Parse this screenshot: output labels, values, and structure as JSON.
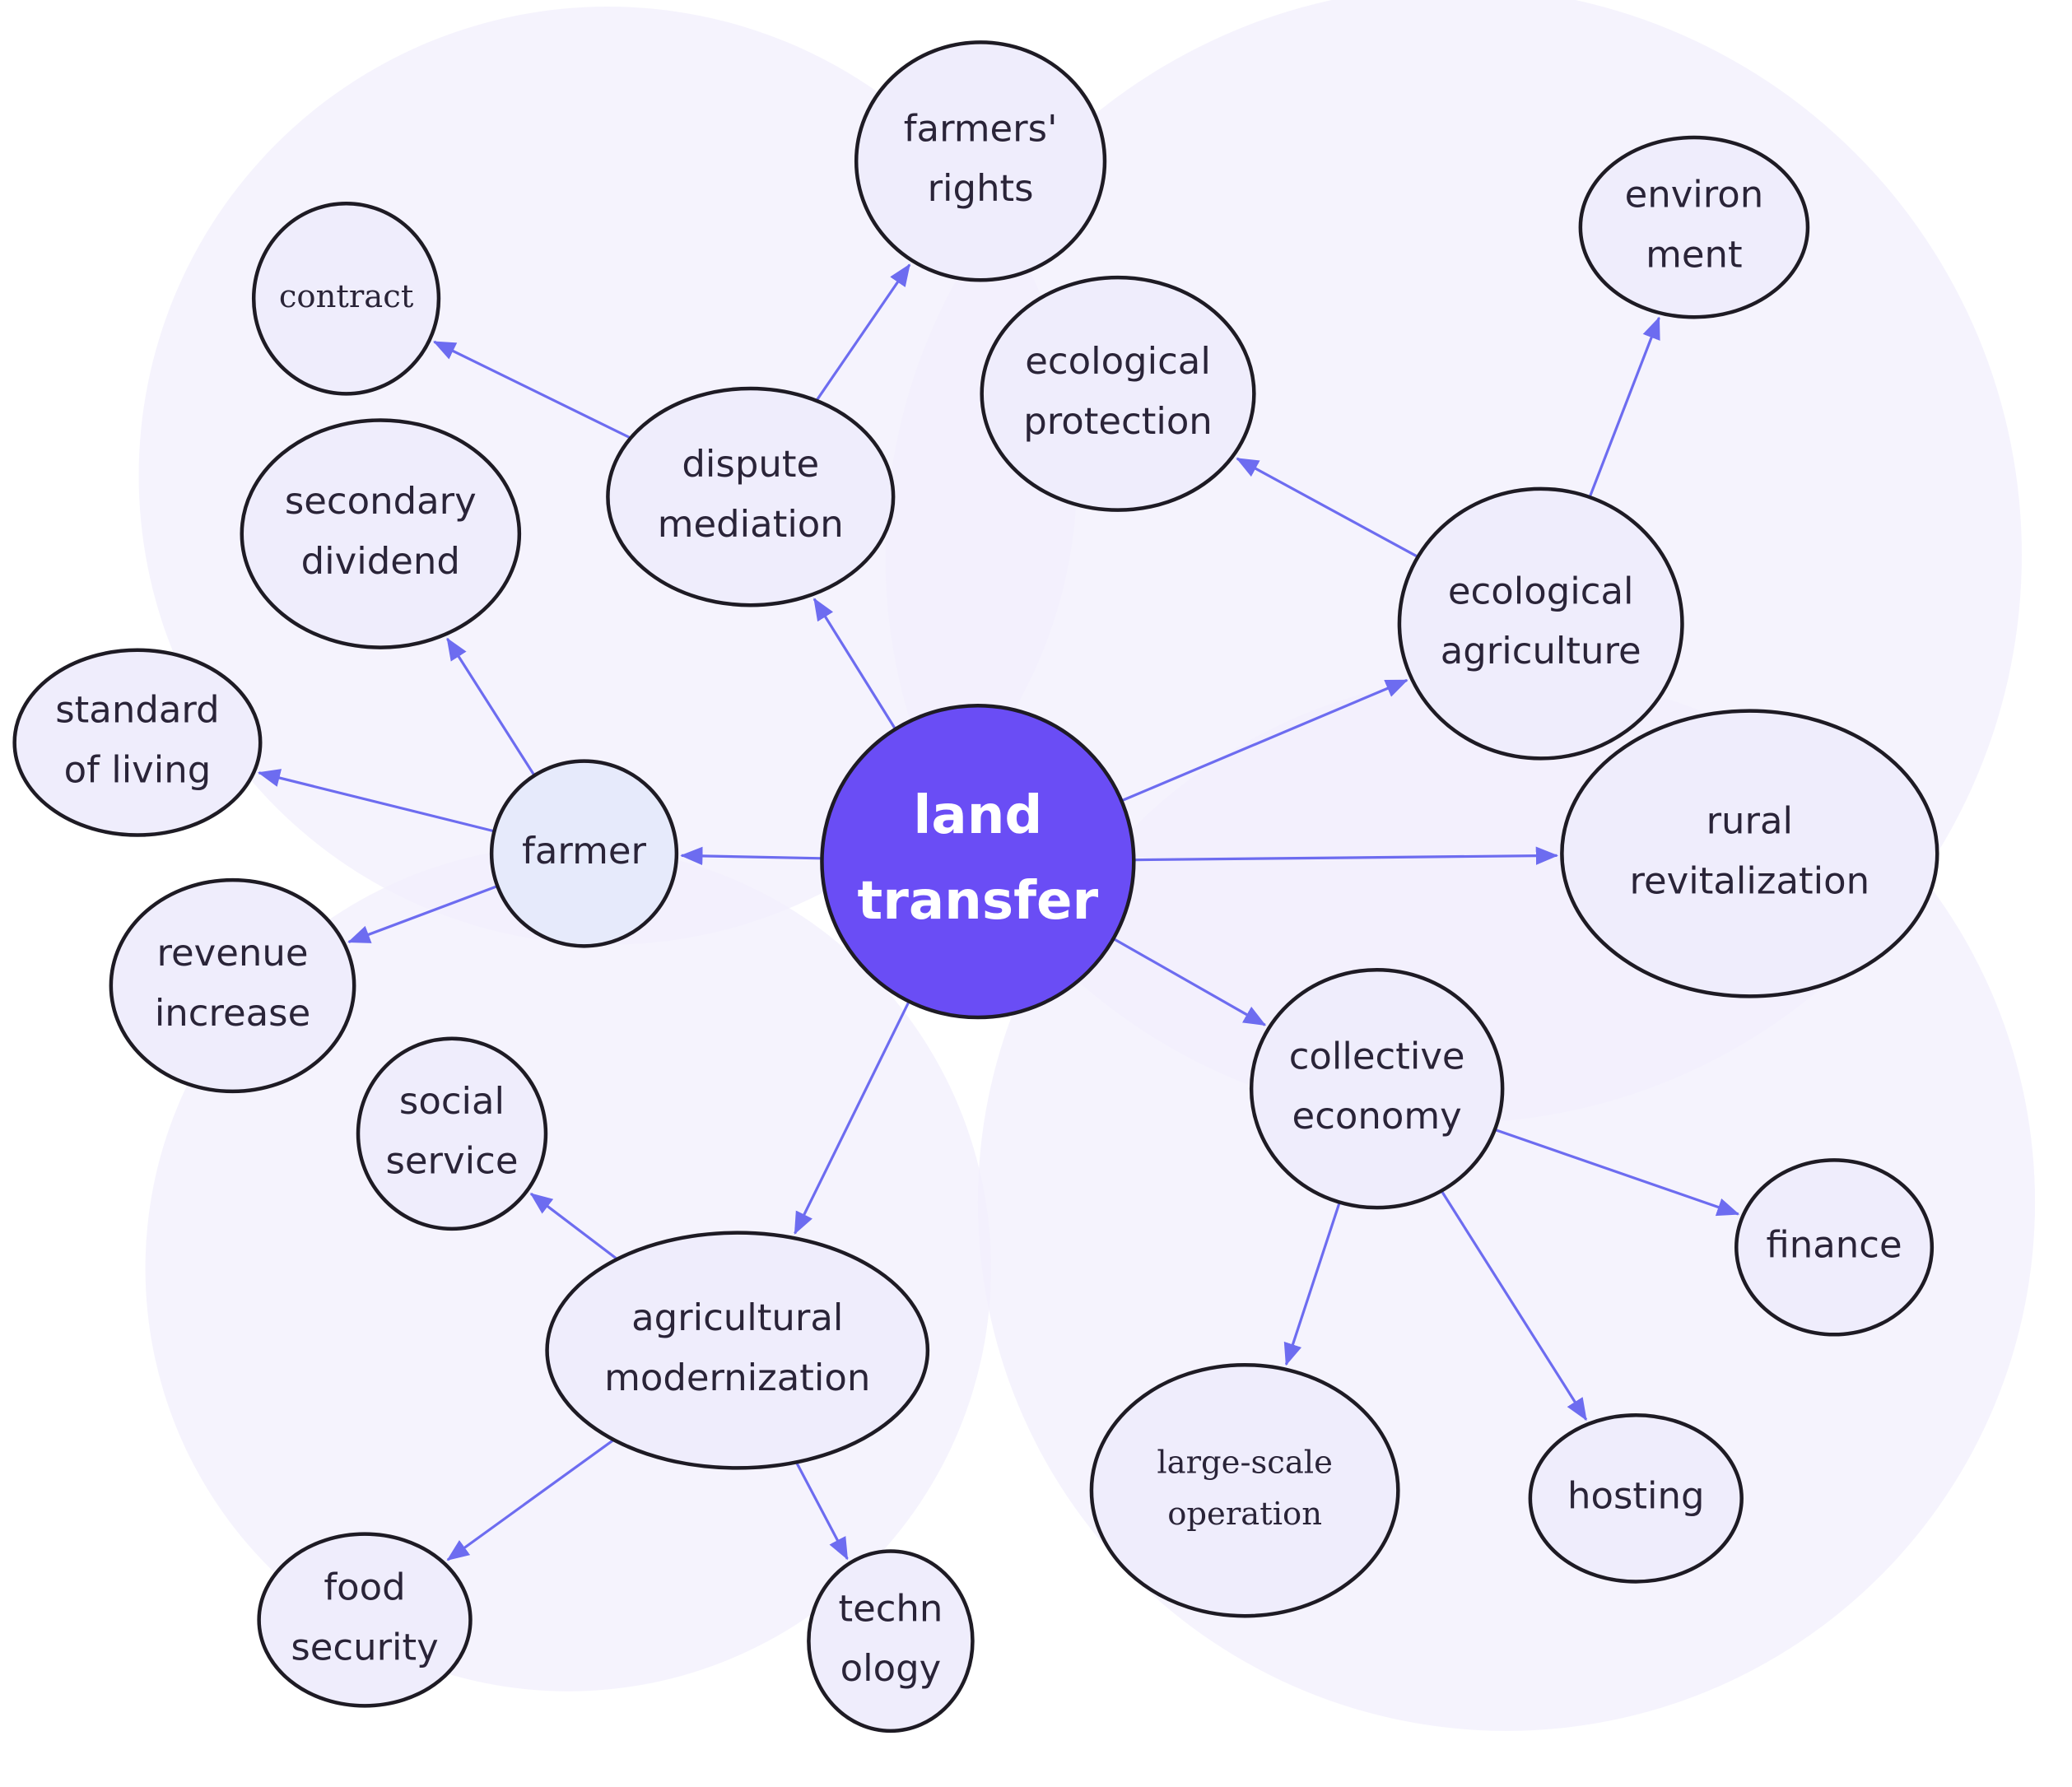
{
  "colors": {
    "background": "#ffffff",
    "halo": "#f1effc",
    "node_fill": "#efedfc",
    "farmer_fill": "#e6eafb",
    "center_fill": "#6a4df5",
    "center_text": "#ffffff",
    "node_stroke": "#1e1b24",
    "arrow": "#6d6cf0"
  },
  "nodes": [
    {
      "id": "land_transfer",
      "lines": [
        "land",
        "transfer"
      ],
      "role": "center"
    },
    {
      "id": "farmer",
      "lines": [
        "farmer"
      ],
      "role": "hub"
    },
    {
      "id": "dispute_mediation",
      "lines": [
        "dispute",
        "mediation"
      ],
      "role": "hub"
    },
    {
      "id": "ecological_agriculture",
      "lines": [
        "ecological",
        "agriculture"
      ],
      "role": "hub"
    },
    {
      "id": "rural_revitalization",
      "lines": [
        "rural",
        "revitalization"
      ],
      "role": "leaf"
    },
    {
      "id": "collective_economy",
      "lines": [
        "collective",
        "economy"
      ],
      "role": "hub"
    },
    {
      "id": "agricultural_modernization",
      "lines": [
        "agricultural",
        "modernization"
      ],
      "role": "hub"
    },
    {
      "id": "farmers_rights",
      "lines": [
        "farmers'",
        "rights"
      ],
      "role": "leaf"
    },
    {
      "id": "contract",
      "lines": [
        "contract"
      ],
      "role": "leaf",
      "serif": true
    },
    {
      "id": "secondary_dividend",
      "lines": [
        "secondary",
        "dividend"
      ],
      "role": "leaf"
    },
    {
      "id": "standard_of_living",
      "lines": [
        "standard",
        "of living"
      ],
      "role": "leaf"
    },
    {
      "id": "revenue_increase",
      "lines": [
        "revenue",
        "increase"
      ],
      "role": "leaf"
    },
    {
      "id": "ecological_protection",
      "lines": [
        "ecological",
        "protection"
      ],
      "role": "leaf"
    },
    {
      "id": "environment",
      "lines": [
        "environ",
        "ment"
      ],
      "role": "leaf"
    },
    {
      "id": "finance",
      "lines": [
        "finance"
      ],
      "role": "leaf"
    },
    {
      "id": "hosting",
      "lines": [
        "hosting"
      ],
      "role": "leaf"
    },
    {
      "id": "large_scale_operation",
      "lines": [
        "large-scale",
        "operation"
      ],
      "role": "leaf",
      "serif": true
    },
    {
      "id": "social_service",
      "lines": [
        "social",
        "service"
      ],
      "role": "leaf"
    },
    {
      "id": "food_security",
      "lines": [
        "food",
        "security"
      ],
      "role": "leaf"
    },
    {
      "id": "technology",
      "lines": [
        "techn",
        "ology"
      ],
      "role": "leaf"
    }
  ],
  "edges": [
    {
      "from": "land_transfer",
      "to": "farmer"
    },
    {
      "from": "land_transfer",
      "to": "dispute_mediation"
    },
    {
      "from": "land_transfer",
      "to": "ecological_agriculture"
    },
    {
      "from": "land_transfer",
      "to": "rural_revitalization"
    },
    {
      "from": "land_transfer",
      "to": "collective_economy"
    },
    {
      "from": "land_transfer",
      "to": "agricultural_modernization"
    },
    {
      "from": "farmer",
      "to": "secondary_dividend"
    },
    {
      "from": "farmer",
      "to": "standard_of_living"
    },
    {
      "from": "farmer",
      "to": "revenue_increase"
    },
    {
      "from": "dispute_mediation",
      "to": "contract"
    },
    {
      "from": "dispute_mediation",
      "to": "farmers_rights"
    },
    {
      "from": "ecological_agriculture",
      "to": "ecological_protection"
    },
    {
      "from": "ecological_agriculture",
      "to": "environment"
    },
    {
      "from": "collective_economy",
      "to": "finance"
    },
    {
      "from": "collective_economy",
      "to": "large_scale_operation"
    },
    {
      "from": "collective_economy",
      "to": "hosting"
    },
    {
      "from": "agricultural_modernization",
      "to": "social_service"
    },
    {
      "from": "agricultural_modernization",
      "to": "food_security"
    },
    {
      "from": "agricultural_modernization",
      "to": "technology"
    }
  ]
}
